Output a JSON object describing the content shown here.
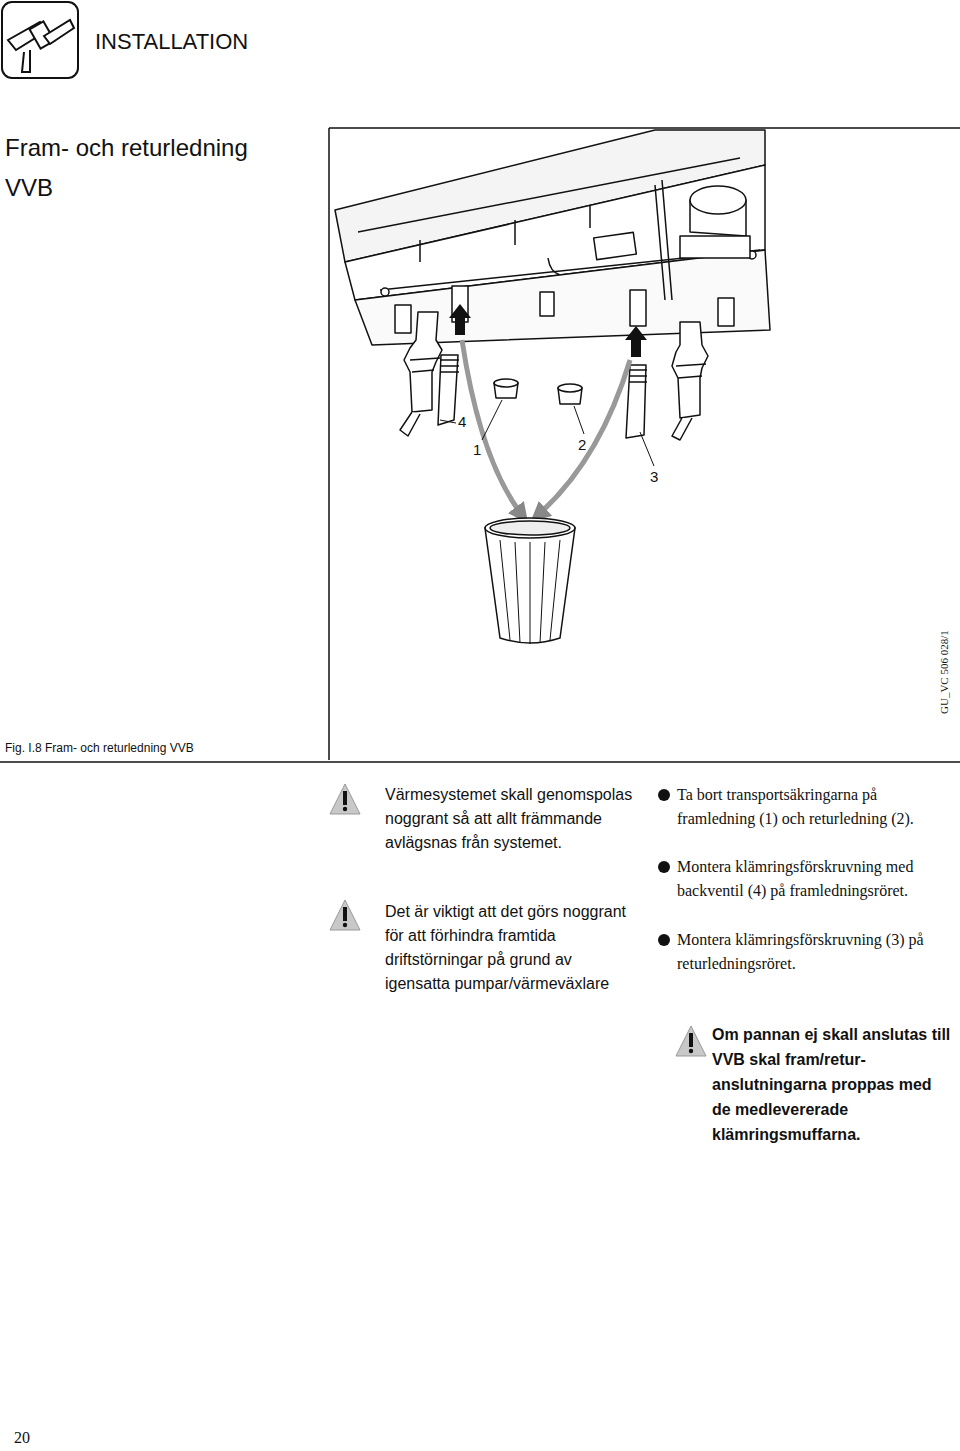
{
  "diagram": {
    "title": "Fram- och returledning VVB",
    "caption": "Fig. I.8 Fram- och returledning VVB",
    "labels": [
      "INSTALLATION",
      "4",
      "1",
      "2",
      "3",
      "GU_VC 506 028/1",
      "Värmesystemet skall genomspolas noggrant så att allt främmande avlägsnas från systemet.",
      "Det är viktigt att det görs noggrant för att förhindra framtida driftstörningar på grund av igensatta pumpar/värmeväxlare",
      "Ta bort transportsäkringarna på framledning (1) och returledning (2).",
      "Montera klämringsförskruvning med backventil (4) på framledningsröret.",
      "Montera klämringsförskruvning (3) på returledningsröret.",
      "Om pannan ej skall anslutas till VVB skal fram/retur-anslutningarna proppas med de medlevererade klämringsmuffarna.",
      "20"
    ]
  }
}
